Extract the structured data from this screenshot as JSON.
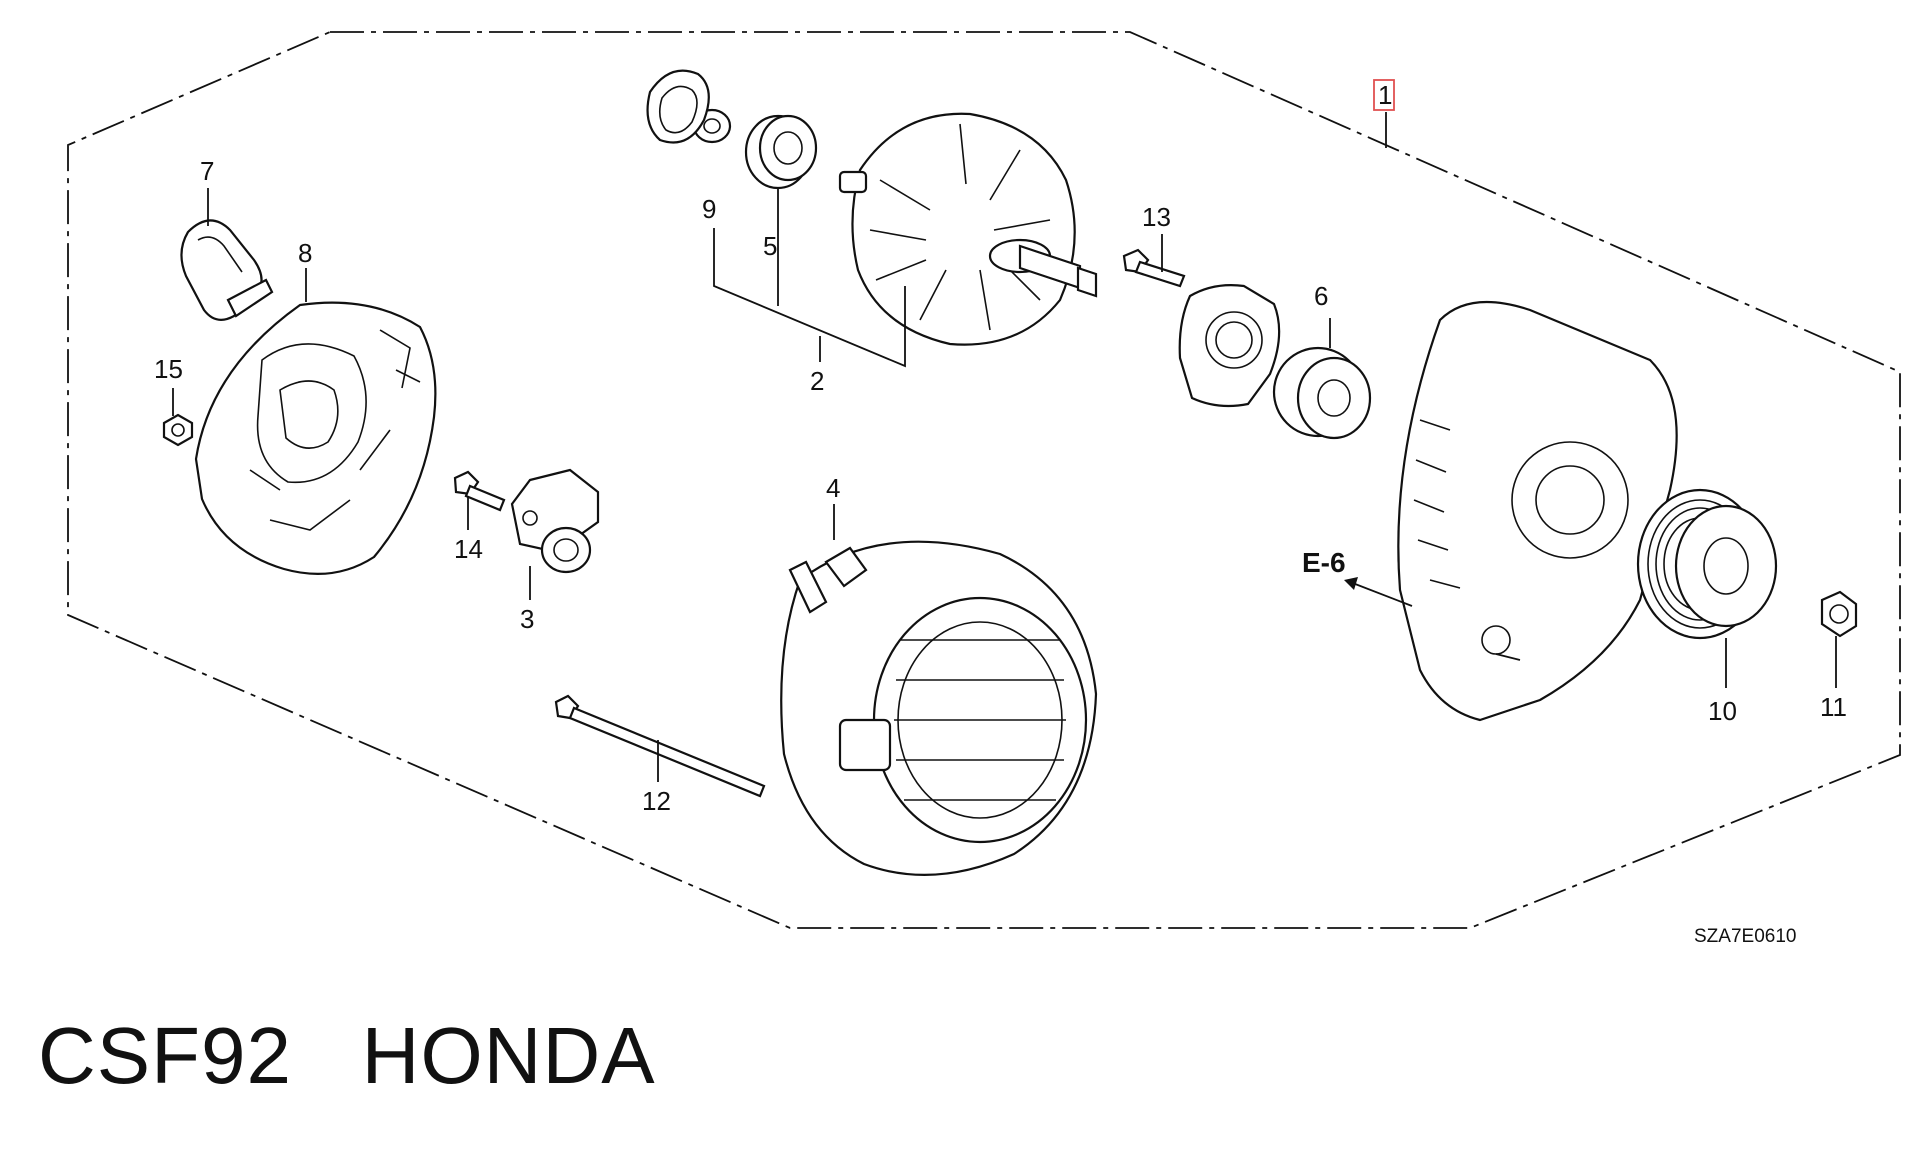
{
  "labels": {
    "p1": "1",
    "p2": "2",
    "p3": "3",
    "p4": "4",
    "p5": "5",
    "p6": "6",
    "p7": "7",
    "p8": "8",
    "p9": "9",
    "p10": "10",
    "p11": "11",
    "p12": "12",
    "p13": "13",
    "p14": "14",
    "p15": "15"
  },
  "reference": "E-6",
  "diagram_code": "SZA7E0610",
  "caption": "CSF92   HONDA",
  "colors": {
    "highlight_box": "#e05050",
    "ink": "#111111"
  }
}
